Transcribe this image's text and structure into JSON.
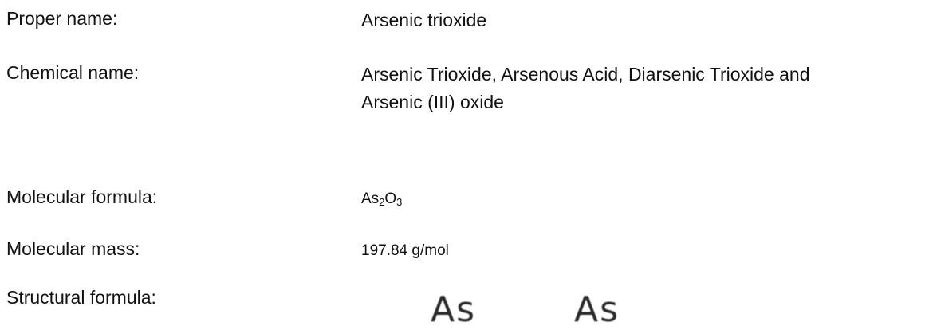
{
  "rows": {
    "proper": {
      "label": "Proper name:",
      "value": "Arsenic trioxide"
    },
    "chemical": {
      "label": "Chemical name:",
      "value_line1": "Arsenic Trioxide, Arsenous Acid, Diarsenic Trioxide and",
      "value_line2": "Arsenic (III) oxide"
    },
    "formula": {
      "label": "Molecular formula:",
      "parts": [
        "As",
        "2",
        "O",
        "3"
      ]
    },
    "mass": {
      "label": "Molecular mass:",
      "value": "197.84 g/mol"
    },
    "structural": {
      "label": "Structural formula:",
      "atoms": [
        "As",
        "As"
      ]
    }
  }
}
